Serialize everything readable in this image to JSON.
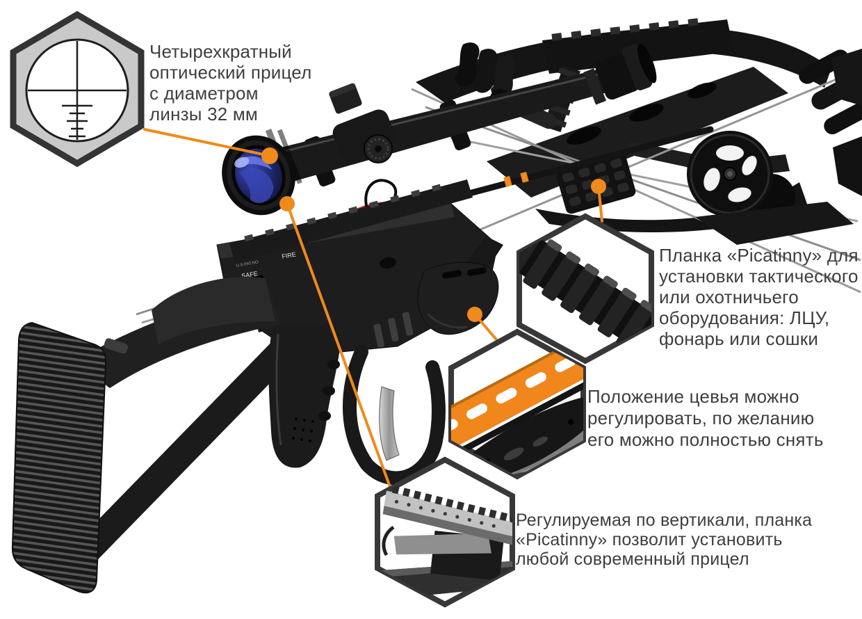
{
  "page": {
    "title": "Crossbow features infographic",
    "background": "#ffffff",
    "language": "ru"
  },
  "colors": {
    "accent_orange": "#EF8A1C",
    "text_gray": "#3E3E3E",
    "hex_border": "#383838",
    "red_fletching": "#D6202E",
    "lens_blue": "#4A5BD8"
  },
  "callouts": [
    {
      "id": "scope",
      "icon": "scope-reticle-icon",
      "lines": [
        "Четырехкратный",
        "оптический прицел",
        "с диаметром",
        "линзы 32 мм"
      ]
    },
    {
      "id": "side-picatinny",
      "icon": "picatinny-rail-icon",
      "lines": [
        "Планка «Picatinny» для",
        "установки тактического",
        "или охотничьего",
        "оборудования: ЛЦУ,",
        "фонарь или сошки"
      ]
    },
    {
      "id": "forend",
      "icon": "forend-rail-icon",
      "lines": [
        "Положение цевья можно",
        "регулировать, по желанию",
        "его можно полностью снять"
      ]
    },
    {
      "id": "top-rail",
      "icon": "adjustable-rail-icon",
      "lines": [
        "Регулируемая по вертикали, планка",
        "«Picatinny» позволит установить",
        "любой современный прицел"
      ]
    }
  ],
  "crossbow": {
    "markings": {
      "patent": "U.S.PAT.NO",
      "safe": "SAFE",
      "fire": "FIRE"
    }
  }
}
